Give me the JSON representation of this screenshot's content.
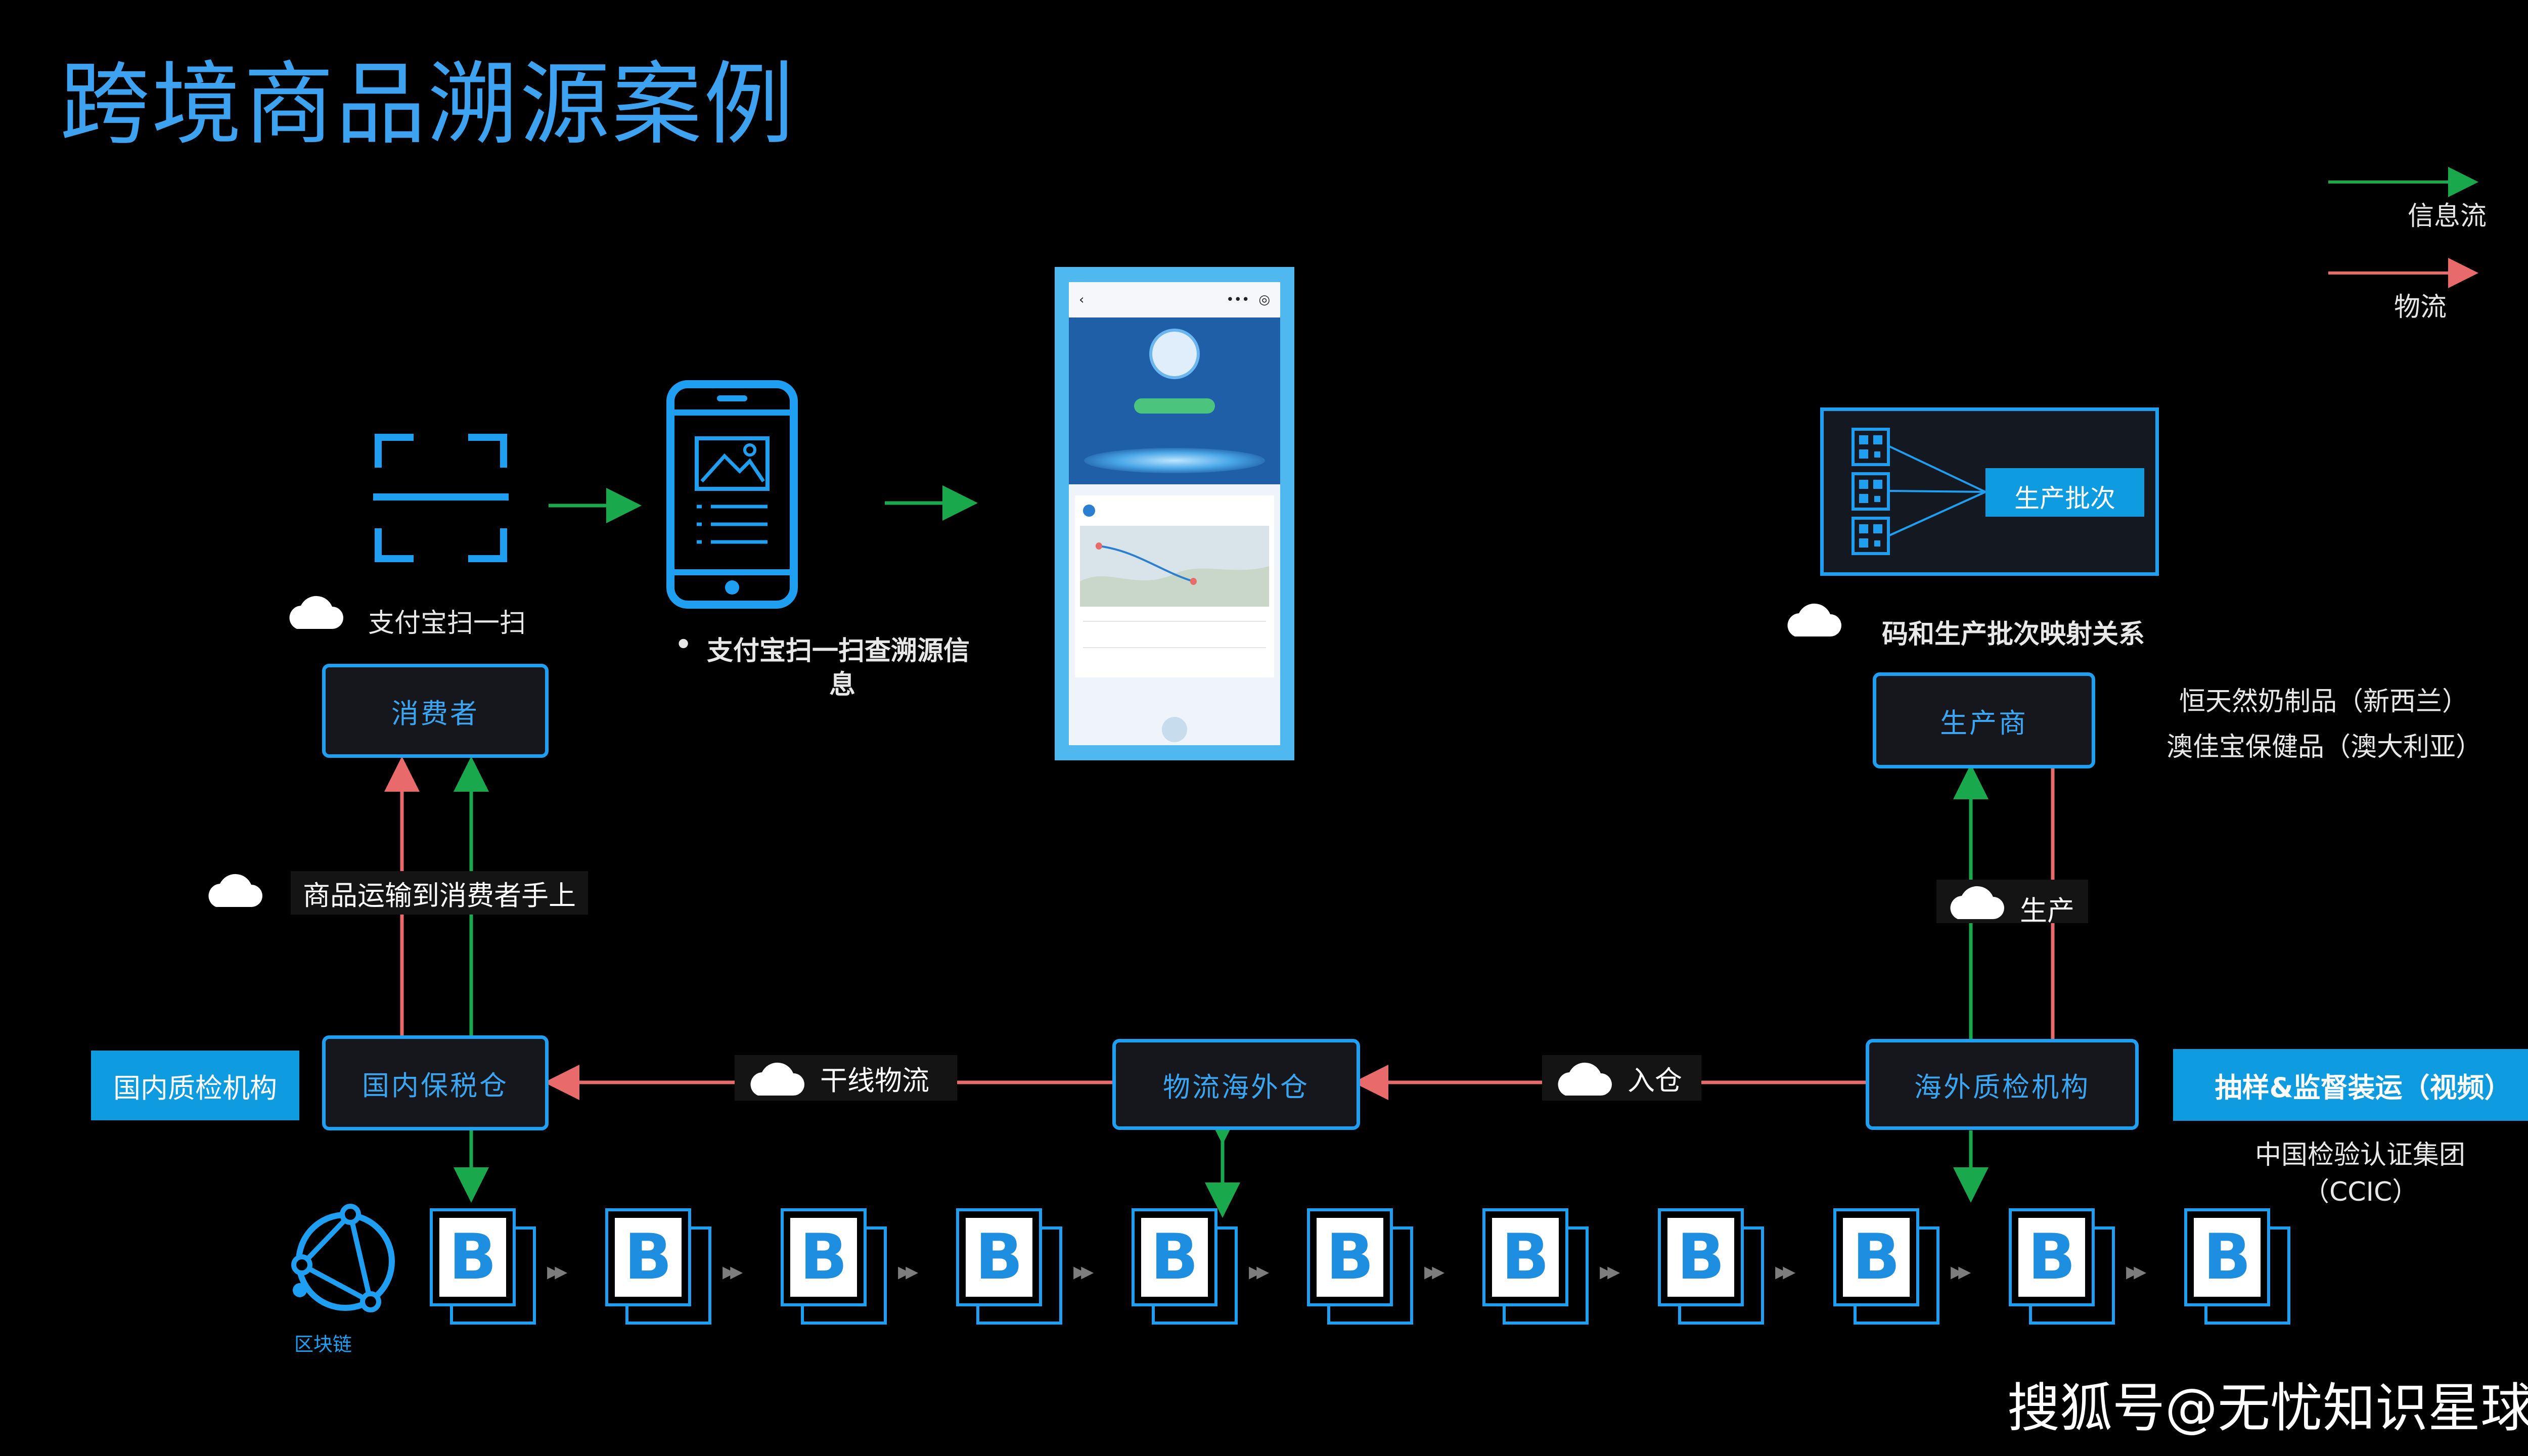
{
  "title": "跨境商品溯源案例",
  "legend": {
    "info_flow": "信息流",
    "logistics": "物流"
  },
  "colors": {
    "info_flow": "#1aa84c",
    "logistics": "#e86a6a",
    "accent": "#1e9ff2",
    "title": "#3da3f0"
  },
  "scan": {
    "caption": "支付宝扫一扫"
  },
  "phone": {
    "caption_line1": "支付宝扫一扫查溯源信",
    "caption_line2": "息",
    "bullet": "•"
  },
  "mapping": {
    "batch_label": "生产批次",
    "caption": "码和生产批次映射关系"
  },
  "nodes": {
    "consumer": "消费者",
    "producer": "生产商",
    "domestic_warehouse": "国内保税仓",
    "overseas_warehouse": "物流海外仓",
    "overseas_inspection": "海外质检机构"
  },
  "producer_notes": [
    "恒天然奶制品（新西兰）",
    "澳佳宝保健品（澳大利亚）"
  ],
  "edge_labels": {
    "to_consumer": "商品运输到消费者手上",
    "production": "生产",
    "trunk_logistics": "干线物流",
    "into_warehouse": "入仓"
  },
  "side_boxes": {
    "domestic_inspection": "国内质检机构",
    "sampling": "抽样&监督装运（视频）"
  },
  "ccic": {
    "line1": "中国检验认证集团",
    "line2": "（CCIC）"
  },
  "blockchain": {
    "label": "区块链",
    "block_glyph": "B",
    "block_count": 11,
    "separator": "▸▸"
  },
  "watermark": "搜狐号@无忧知识星球"
}
